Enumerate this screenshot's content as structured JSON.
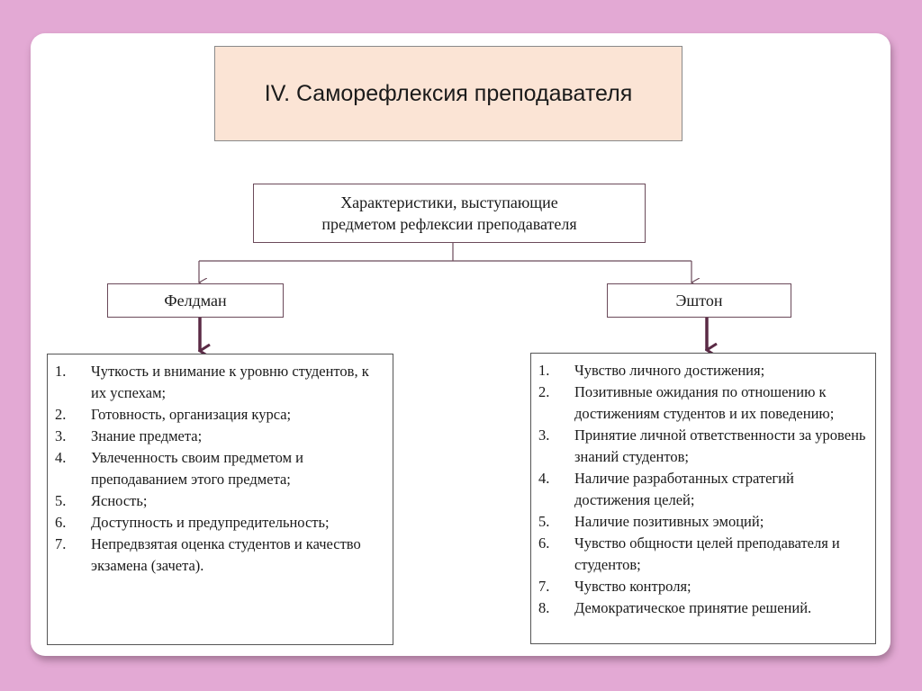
{
  "title": "IV. Саморефлексия преподавателя",
  "root": {
    "line1": "Характеристики, выступающие",
    "line2": "предметом рефлексии преподавателя"
  },
  "left": {
    "author": "Фелдман",
    "items": [
      {
        "num": "1.",
        "text": "Чуткость и внимание к уровню студентов, к их успехам;"
      },
      {
        "num": "2.",
        "text": " Готовность, организация курса;"
      },
      {
        "num": "3.",
        "text": " Знание предмета;"
      },
      {
        "num": "4.",
        "text": " Увлеченность своим предметом и преподаванием этого  предмета;"
      },
      {
        "num": "5.",
        "text": " Ясность;"
      },
      {
        "num": "6.",
        "text": " Доступность и предупредительность;"
      },
      {
        "num": "7.",
        "text": " Непредвзятая оценка студентов и качество экзамена (зачета)."
      }
    ]
  },
  "right": {
    "author": "Эштон",
    "items": [
      {
        "num": "1.",
        "text": "Чувство личного достижения;"
      },
      {
        "num": "2.",
        "text": " Позитивные ожидания по отношению к достижениям студентов и их поведению;"
      },
      {
        "num": "3.",
        "text": " Принятие личной ответственности за уровень знаний студентов;"
      },
      {
        "num": "4.",
        "text": " Наличие разработанных стратегий достижения целей;"
      },
      {
        "num": "5.",
        "text": " Наличие позитивных эмоций;"
      },
      {
        "num": "6.",
        "text": " Чувство общности целей преподавателя и  студентов;"
      },
      {
        "num": "7.",
        "text": " Чувство контроля;"
      },
      {
        "num": "8.",
        "text": " Демократическое принятие решений."
      }
    ]
  },
  "colors": {
    "background": "#e3a9d4",
    "title_fill": "#fbe4d5",
    "connector": "#6b4a5a",
    "thick_arrow": "#5a2a45"
  }
}
